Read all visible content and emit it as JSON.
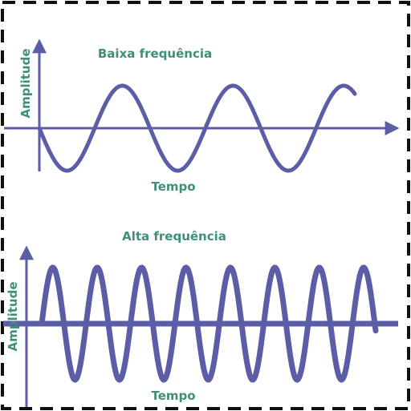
{
  "top_panel": {
    "title": "Baixa frequência",
    "y_label": "Amplitude",
    "x_label": "Tempo",
    "cycles": 3
  },
  "bottom_panel": {
    "title": "Alta frequência",
    "y_label": "Amplitude",
    "x_label": "Tempo",
    "cycles": 8
  },
  "colors": {
    "wave": "#5b5ea6",
    "label": "#3f8f7a",
    "border": "#111111"
  }
}
